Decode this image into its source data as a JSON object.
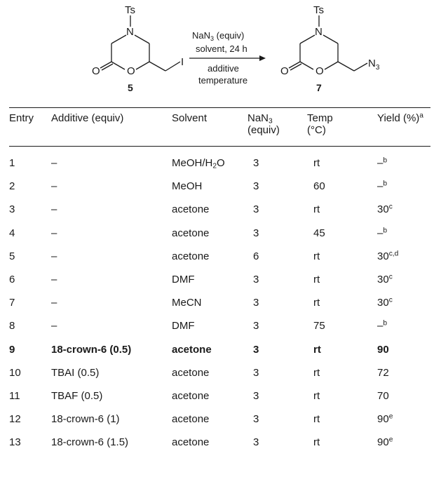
{
  "scheme": {
    "starting_material": {
      "number": "5",
      "protecting_group": "Ts",
      "ring_n": "N",
      "ring_o": "O",
      "carbonyl_o": "O",
      "substituent": "I"
    },
    "product": {
      "number": "7",
      "protecting_group": "Ts",
      "ring_n": "N",
      "ring_o": "O",
      "carbonyl_o": "O",
      "substituent_main": "N",
      "substituent_sub": "3"
    },
    "conditions_above": {
      "line1_a": "NaN",
      "line1_sub": "3",
      "line1_b": " (equiv)",
      "line2": "solvent, 24 h"
    },
    "conditions_below": {
      "line1": "additive",
      "line2": "temperature"
    }
  },
  "table": {
    "headers": {
      "entry": "Entry",
      "additive": "Additive (equiv)",
      "solvent": "Solvent",
      "nan3_main": "NaN",
      "nan3_sub": "3",
      "nan3_unit": "(equiv)",
      "temp": "Temp",
      "temp_unit": "(°C)",
      "yield": "Yield (%)",
      "yield_sup": "a"
    },
    "rows": [
      {
        "entry": "1",
        "additive": "–",
        "solvent_a": "MeOH/H",
        "solvent_sub": "2",
        "solvent_b": "O",
        "nan3": "3",
        "temp": "rt",
        "yield": "–",
        "yield_sup": "b",
        "bold": false
      },
      {
        "entry": "2",
        "additive": "–",
        "solvent_a": "MeOH",
        "solvent_sub": "",
        "solvent_b": "",
        "nan3": "3",
        "temp": "60",
        "yield": "–",
        "yield_sup": "b",
        "bold": false
      },
      {
        "entry": "3",
        "additive": "–",
        "solvent_a": "acetone",
        "solvent_sub": "",
        "solvent_b": "",
        "nan3": "3",
        "temp": "rt",
        "yield": "30",
        "yield_sup": "c",
        "bold": false
      },
      {
        "entry": "4",
        "additive": "–",
        "solvent_a": "acetone",
        "solvent_sub": "",
        "solvent_b": "",
        "nan3": "3",
        "temp": "45",
        "yield": "–",
        "yield_sup": "b",
        "bold": false
      },
      {
        "entry": "5",
        "additive": "–",
        "solvent_a": "acetone",
        "solvent_sub": "",
        "solvent_b": "",
        "nan3": "6",
        "temp": "rt",
        "yield": "30",
        "yield_sup": "c,d",
        "bold": false
      },
      {
        "entry": "6",
        "additive": "–",
        "solvent_a": "DMF",
        "solvent_sub": "",
        "solvent_b": "",
        "nan3": "3",
        "temp": "rt",
        "yield": "30",
        "yield_sup": "c",
        "bold": false
      },
      {
        "entry": "7",
        "additive": "–",
        "solvent_a": "MeCN",
        "solvent_sub": "",
        "solvent_b": "",
        "nan3": "3",
        "temp": "rt",
        "yield": "30",
        "yield_sup": "c",
        "bold": false
      },
      {
        "entry": "8",
        "additive": "–",
        "solvent_a": "DMF",
        "solvent_sub": "",
        "solvent_b": "",
        "nan3": "3",
        "temp": "75",
        "yield": "–",
        "yield_sup": "b",
        "bold": false
      },
      {
        "entry": "9",
        "additive": "18-crown-6 (0.5)",
        "solvent_a": "acetone",
        "solvent_sub": "",
        "solvent_b": "",
        "nan3": "3",
        "temp": "rt",
        "yield": "90",
        "yield_sup": "",
        "bold": true
      },
      {
        "entry": "10",
        "additive": "TBAI (0.5)",
        "solvent_a": "acetone",
        "solvent_sub": "",
        "solvent_b": "",
        "nan3": "3",
        "temp": "rt",
        "yield": "72",
        "yield_sup": "",
        "bold": false
      },
      {
        "entry": "11",
        "additive": "TBAF (0.5)",
        "solvent_a": "acetone",
        "solvent_sub": "",
        "solvent_b": "",
        "nan3": "3",
        "temp": "rt",
        "yield": "70",
        "yield_sup": "",
        "bold": false
      },
      {
        "entry": "12",
        "additive": "18-crown-6 (1)",
        "solvent_a": "acetone",
        "solvent_sub": "",
        "solvent_b": "",
        "nan3": "3",
        "temp": "rt",
        "yield": "90",
        "yield_sup": "e",
        "bold": false
      },
      {
        "entry": "13",
        "additive": "18-crown-6 (1.5)",
        "solvent_a": "acetone",
        "solvent_sub": "",
        "solvent_b": "",
        "nan3": "3",
        "temp": "rt",
        "yield": "90",
        "yield_sup": "e",
        "bold": false
      }
    ]
  }
}
